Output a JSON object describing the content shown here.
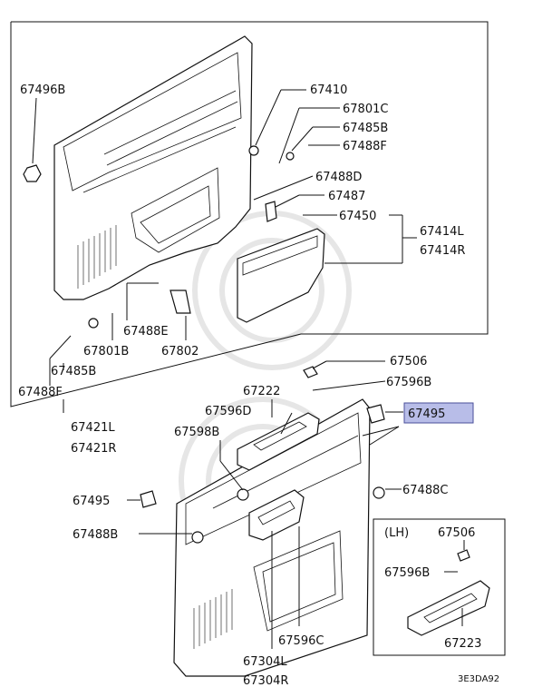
{
  "labels": {
    "p67496B": "67496B",
    "p67410": "67410",
    "p67801C": "67801C",
    "p67485B_top": "67485B",
    "p67488F_top": "67488F",
    "p67488D": "67488D",
    "p67487": "67487",
    "p67450": "67450",
    "p67414L": "67414L",
    "p67414R": "67414R",
    "p67488E": "67488E",
    "p67802": "67802",
    "p67801B": "67801B",
    "p67485B_bot": "67485B",
    "p67488F_bot": "67488F",
    "p67421L": "67421L",
    "p67421R": "67421R",
    "p67506": "67506",
    "p67596B": "67596B",
    "p67222": "67222",
    "p67596D": "67596D",
    "p67495_hl": "67495",
    "p67598B": "67598B",
    "p67495": "67495",
    "p67488C": "67488C",
    "p67488B": "67488B",
    "lh": "(LH)",
    "p67506_lh": "67506",
    "p67596B_lh": "67596B",
    "p67223": "67223",
    "p67596C": "67596C",
    "p67304L": "67304L",
    "p67304R": "67304R",
    "code": "3E3DA92"
  },
  "colors": {
    "highlight_fill": "#b8bde8",
    "highlight_stroke": "#4a4f9a",
    "line": "#111111"
  }
}
